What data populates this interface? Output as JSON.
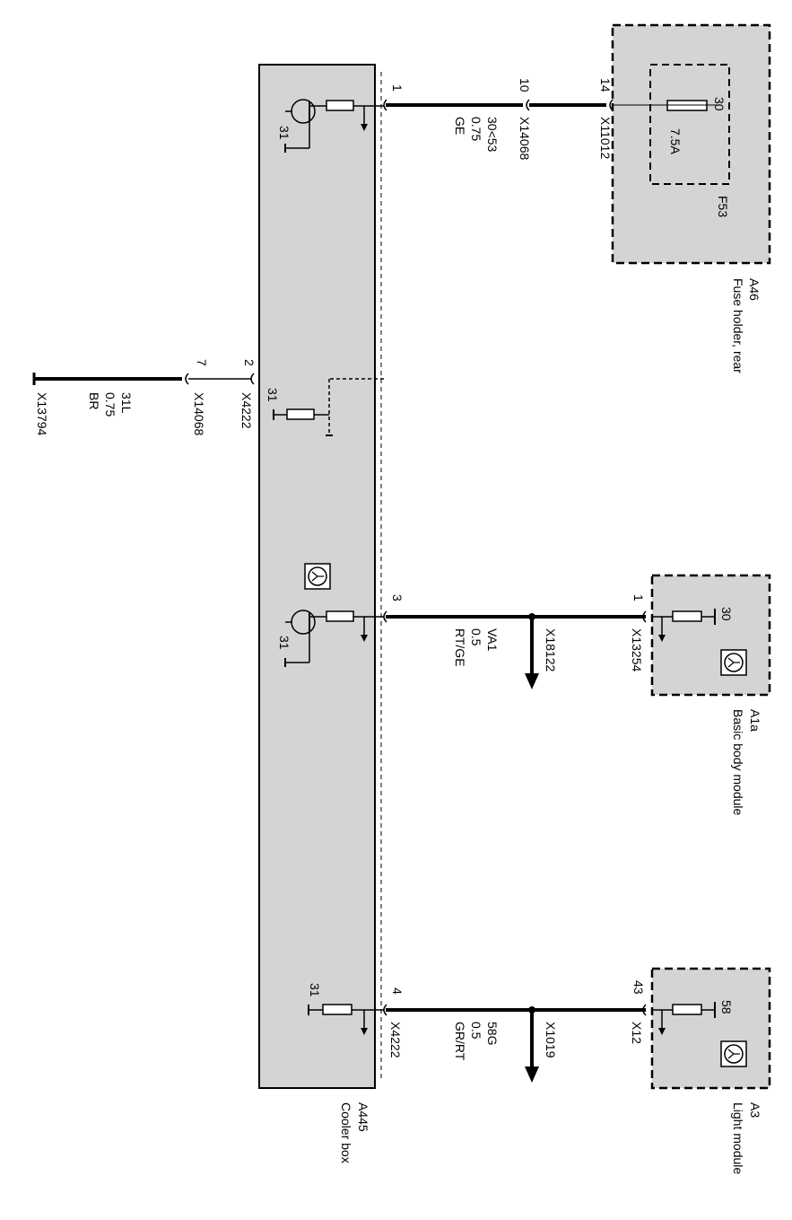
{
  "colors": {
    "box_fill": "#d4d4d4",
    "ink": "#000000",
    "background": "#ffffff"
  },
  "components": {
    "cooler_box": {
      "id": "A445",
      "name": "Cooler box"
    },
    "fuse_holder": {
      "id": "A46",
      "name": "Fuse holder, rear",
      "fuse": "F53",
      "rating": "7.5A",
      "terminal": "30"
    },
    "basic_body_module": {
      "id": "A1a",
      "name": "Basic body module",
      "terminal": "30"
    },
    "light_module": {
      "id": "A3",
      "name": "Light module",
      "terminal": "58"
    }
  },
  "circuits": {
    "c1": {
      "pin_box": "1",
      "pin_mid": "10",
      "pin_end": "14",
      "connector_mid": "X14068",
      "connector_end": "X11012",
      "signal": "30<53",
      "size": "0.75",
      "color": "GE",
      "ground": "31"
    },
    "c2": {
      "pin_box": "2",
      "pin_mid": "7",
      "connector_box": "X4222",
      "connector_mid": "X14068",
      "signal": "31L",
      "size": "0.75",
      "color": "BR",
      "ground_connector": "X13794",
      "ground": "31"
    },
    "c3": {
      "pin_box": "3",
      "pin_end": "1",
      "splice": "X18122",
      "connector_end": "X13254",
      "signal": "VA1",
      "size": "0.5",
      "color": "RT/GE",
      "ground": "31"
    },
    "c4": {
      "pin_box": "4",
      "pin_end": "43",
      "splice": "X1019",
      "connector_box": "X4222",
      "connector_end": "X12",
      "signal": "58G",
      "size": "0.5",
      "color": "GR/RT",
      "ground": "31"
    }
  },
  "icons": [
    "transistor-icon",
    "resistor-icon",
    "ground-icon",
    "connector-pin-icon",
    "fuse-icon",
    "control-unit-icon",
    "arrow-down-icon"
  ]
}
